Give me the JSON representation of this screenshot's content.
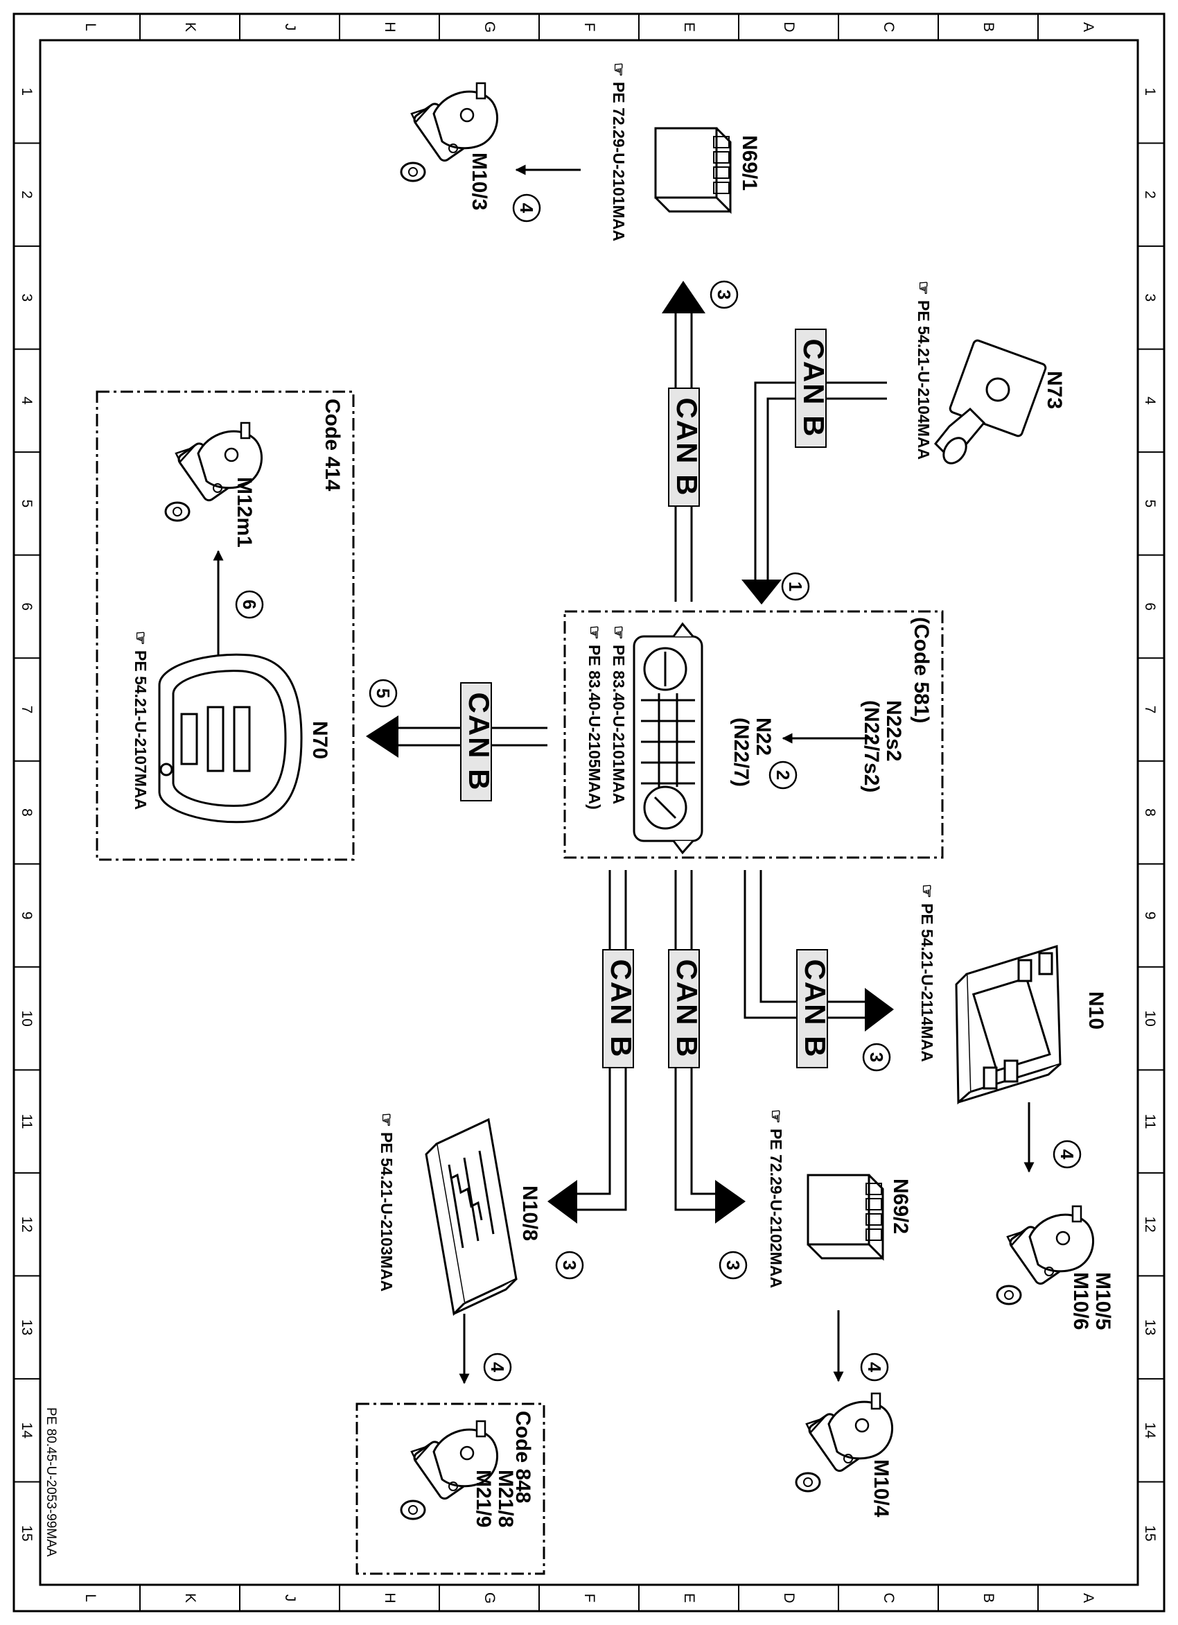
{
  "grid": {
    "columns": [
      "L",
      "K",
      "J",
      "H",
      "G",
      "F",
      "E",
      "D",
      "C",
      "B",
      "A"
    ],
    "rows": [
      "1",
      "2",
      "3",
      "4",
      "5",
      "6",
      "7",
      "8",
      "9",
      "10",
      "11",
      "12",
      "13",
      "14",
      "15"
    ]
  },
  "bus": {
    "label": "CAN  B"
  },
  "hint_icon": "hand-pointer-icon",
  "components": {
    "n73": {
      "code": "N73",
      "pe": "PE  54.21-U-2104MAA"
    },
    "n69_1": {
      "code": "N69/1",
      "pe": "PE  72.29-U-2101MAA"
    },
    "m10_3": {
      "code": "M10/3"
    },
    "n22": {
      "group": "(Code 581)",
      "label1": "N22s2",
      "label2": "(N22/7s2)",
      "label3": "N22",
      "label4": "(N22/7)",
      "pe1": "PE  83.40-U-2101MAA",
      "pe2": "PE  83.40-U-2105MAA)"
    },
    "n70": {
      "code": "N70",
      "pe": "PE  54.21-U-2107MAA"
    },
    "m12m1": {
      "code": "M12m1",
      "group": "Code  414"
    },
    "n10": {
      "code": "N10",
      "pe": "PE  54.21-U-2114MAA"
    },
    "m10_5": {
      "code1": "M10/5",
      "code2": "M10/6"
    },
    "n69_2": {
      "code": "N69/2",
      "pe": "PE  72.29-U-2102MAA"
    },
    "m10_4": {
      "code": "M10/4"
    },
    "n10_8": {
      "code": "N10/8",
      "pe": "PE  54.21-U-2103MAA"
    },
    "m21": {
      "code1": "M21/8",
      "code2": "M21/9",
      "group": "Code  848"
    }
  },
  "steps": {
    "s1": "1",
    "s2": "2",
    "s3a": "3",
    "s3b": "3",
    "s3c": "3",
    "s3d": "3",
    "s4a": "4",
    "s4b": "4",
    "s4c": "4",
    "s4d": "4",
    "s5": "5",
    "s6": "6"
  },
  "footer": "PE 80.45-U-2053-99MAA"
}
